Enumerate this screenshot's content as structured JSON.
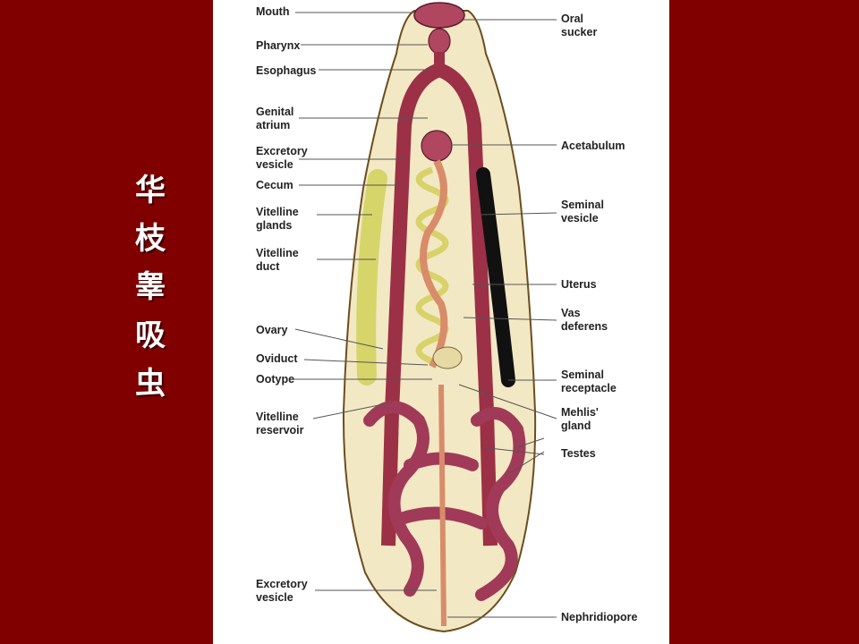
{
  "title": {
    "chars": [
      "华",
      "枝",
      "睾",
      "吸",
      "虫"
    ]
  },
  "diagram": {
    "labels_left": {
      "mouth": "Mouth",
      "pharynx": "Pharynx",
      "esophagus": "Esophagus",
      "genital_atrium": "Genital atrium",
      "excretory_vesicle_upper": "Excretory vesicle",
      "cecum": "Cecum",
      "vitelline_glands": "Vitelline glands",
      "vitelline_duct": "Vitelline duct",
      "ovary": "Ovary",
      "oviduct": "Oviduct",
      "ootype": "Ootype",
      "vitelline_reservoir": "Vitelline reservoir",
      "excretory_vesicle_lower": "Excretory vesicle"
    },
    "labels_right": {
      "oral_sucker": "Oral sucker",
      "acetabulum": "Acetabulum",
      "seminal_vesicle": "Seminal vesicle",
      "uterus": "Uterus",
      "vas_deferens": "Vas deferens",
      "seminal_receptacle": "Seminal receptacle",
      "mehlis_gland": "Mehlis' gland",
      "testes": "Testes",
      "nephridiopore": "Nephridiopore"
    }
  }
}
